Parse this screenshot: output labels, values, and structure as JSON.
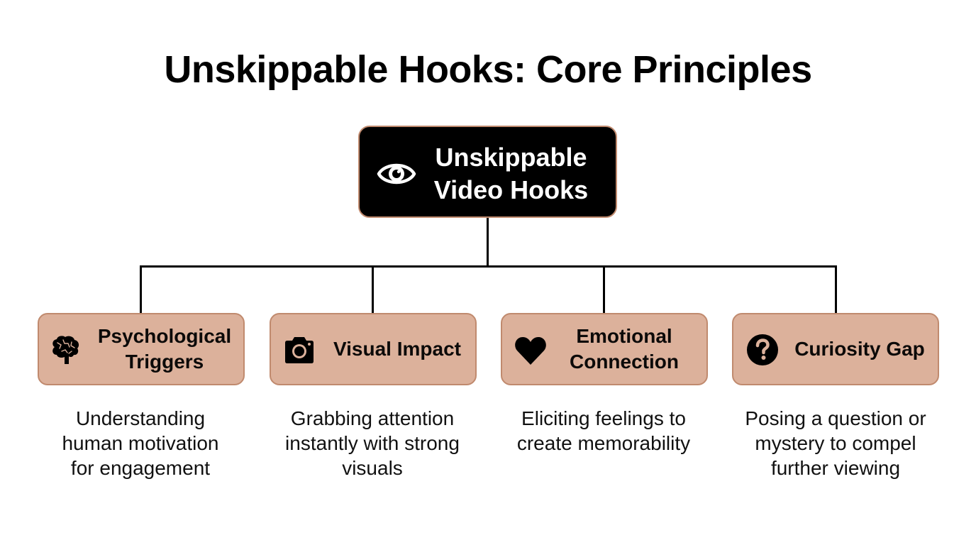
{
  "title": "Unskippable Hooks: Core Principles",
  "root": {
    "label_line1": "Unskippable",
    "label_line2": "Video Hooks",
    "icon": "eye-icon"
  },
  "colors": {
    "root_fill": "#000000",
    "root_border": "#c08a6e",
    "child_fill": "#dcb19b",
    "child_border": "#c08a6e",
    "connector": "#000000",
    "background": "#ffffff"
  },
  "children": [
    {
      "label_line1": "Psychological",
      "label_line2": "Triggers",
      "icon": "brain-icon",
      "desc_line1": "Understanding",
      "desc_line2": "human motivation",
      "desc_line3": "for engagement"
    },
    {
      "label_line1": "Visual Impact",
      "label_line2": "",
      "icon": "camera-icon",
      "desc_line1": "Grabbing attention",
      "desc_line2": "instantly with strong",
      "desc_line3": "visuals"
    },
    {
      "label_line1": "Emotional",
      "label_line2": "Connection",
      "icon": "heart-icon",
      "desc_line1": "Eliciting feelings to",
      "desc_line2": "create memorability",
      "desc_line3": ""
    },
    {
      "label_line1": "Curiosity Gap",
      "label_line2": "",
      "icon": "question-circle-icon",
      "desc_line1": "Posing a question or",
      "desc_line2": "mystery to compel",
      "desc_line3": "further viewing"
    }
  ]
}
